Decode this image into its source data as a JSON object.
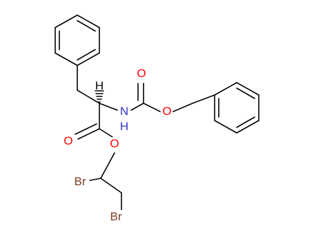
{
  "molecule": {
    "atoms": [
      {
        "id": "O_carbamate_carbonyl",
        "symbol": "O",
        "color": "#ff0000"
      },
      {
        "id": "O_carbamate_ester",
        "symbol": "O",
        "color": "#ff0000"
      },
      {
        "id": "N_amide",
        "symbol": "N",
        "color": "#3333cc"
      },
      {
        "id": "H_amide",
        "symbol": "H",
        "color": "#3333cc"
      },
      {
        "id": "H_stereo",
        "symbol": "H",
        "color": "#000000"
      },
      {
        "id": "O_ester_carbonyl",
        "symbol": "O",
        "color": "#ff0000"
      },
      {
        "id": "O_ester",
        "symbol": "O",
        "color": "#ff0000"
      },
      {
        "id": "Br_1",
        "symbol": "Br",
        "color": "#7a3b24"
      },
      {
        "id": "Br_2",
        "symbol": "Br",
        "color": "#7a3b24"
      }
    ],
    "bond_color": "#000000"
  }
}
